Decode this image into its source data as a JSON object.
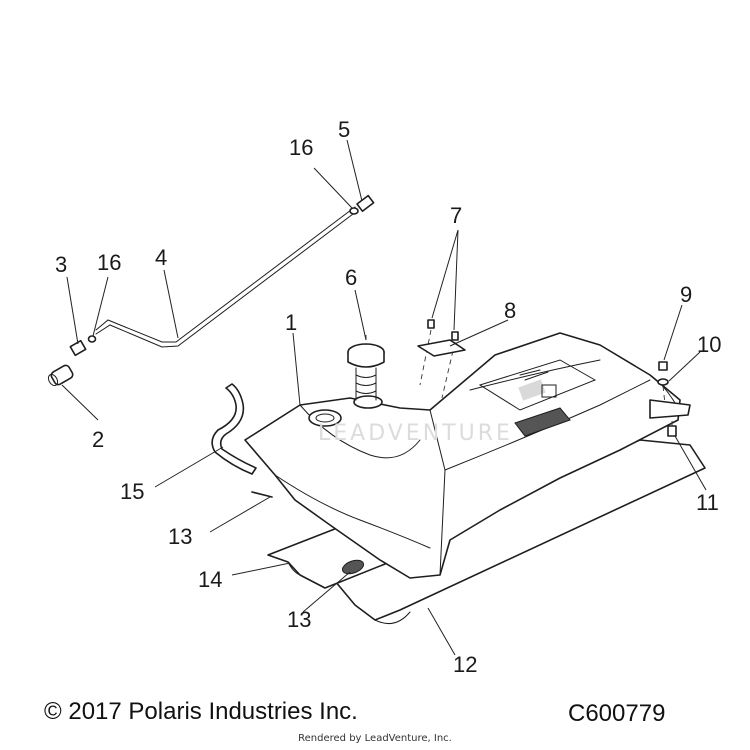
{
  "callouts": {
    "c1": "1",
    "c2": "2",
    "c3": "3",
    "c4": "4",
    "c5": "5",
    "c6": "6",
    "c7": "7",
    "c8": "8",
    "c9": "9",
    "c10": "10",
    "c11": "11",
    "c12": "12",
    "c13a": "13",
    "c13b": "13",
    "c14": "14",
    "c15": "15",
    "c16a": "16",
    "c16b": "16"
  },
  "footer": {
    "copyright": "© 2017 Polaris Industries Inc.",
    "diagram_id": "C600779",
    "render_credit": "Rendered by LeadVenture, Inc."
  },
  "watermark": {
    "text": "LEADVENTURE"
  },
  "colors": {
    "line": "#1e1e1e",
    "shade": "#d9d9d9",
    "background": "#ffffff"
  }
}
